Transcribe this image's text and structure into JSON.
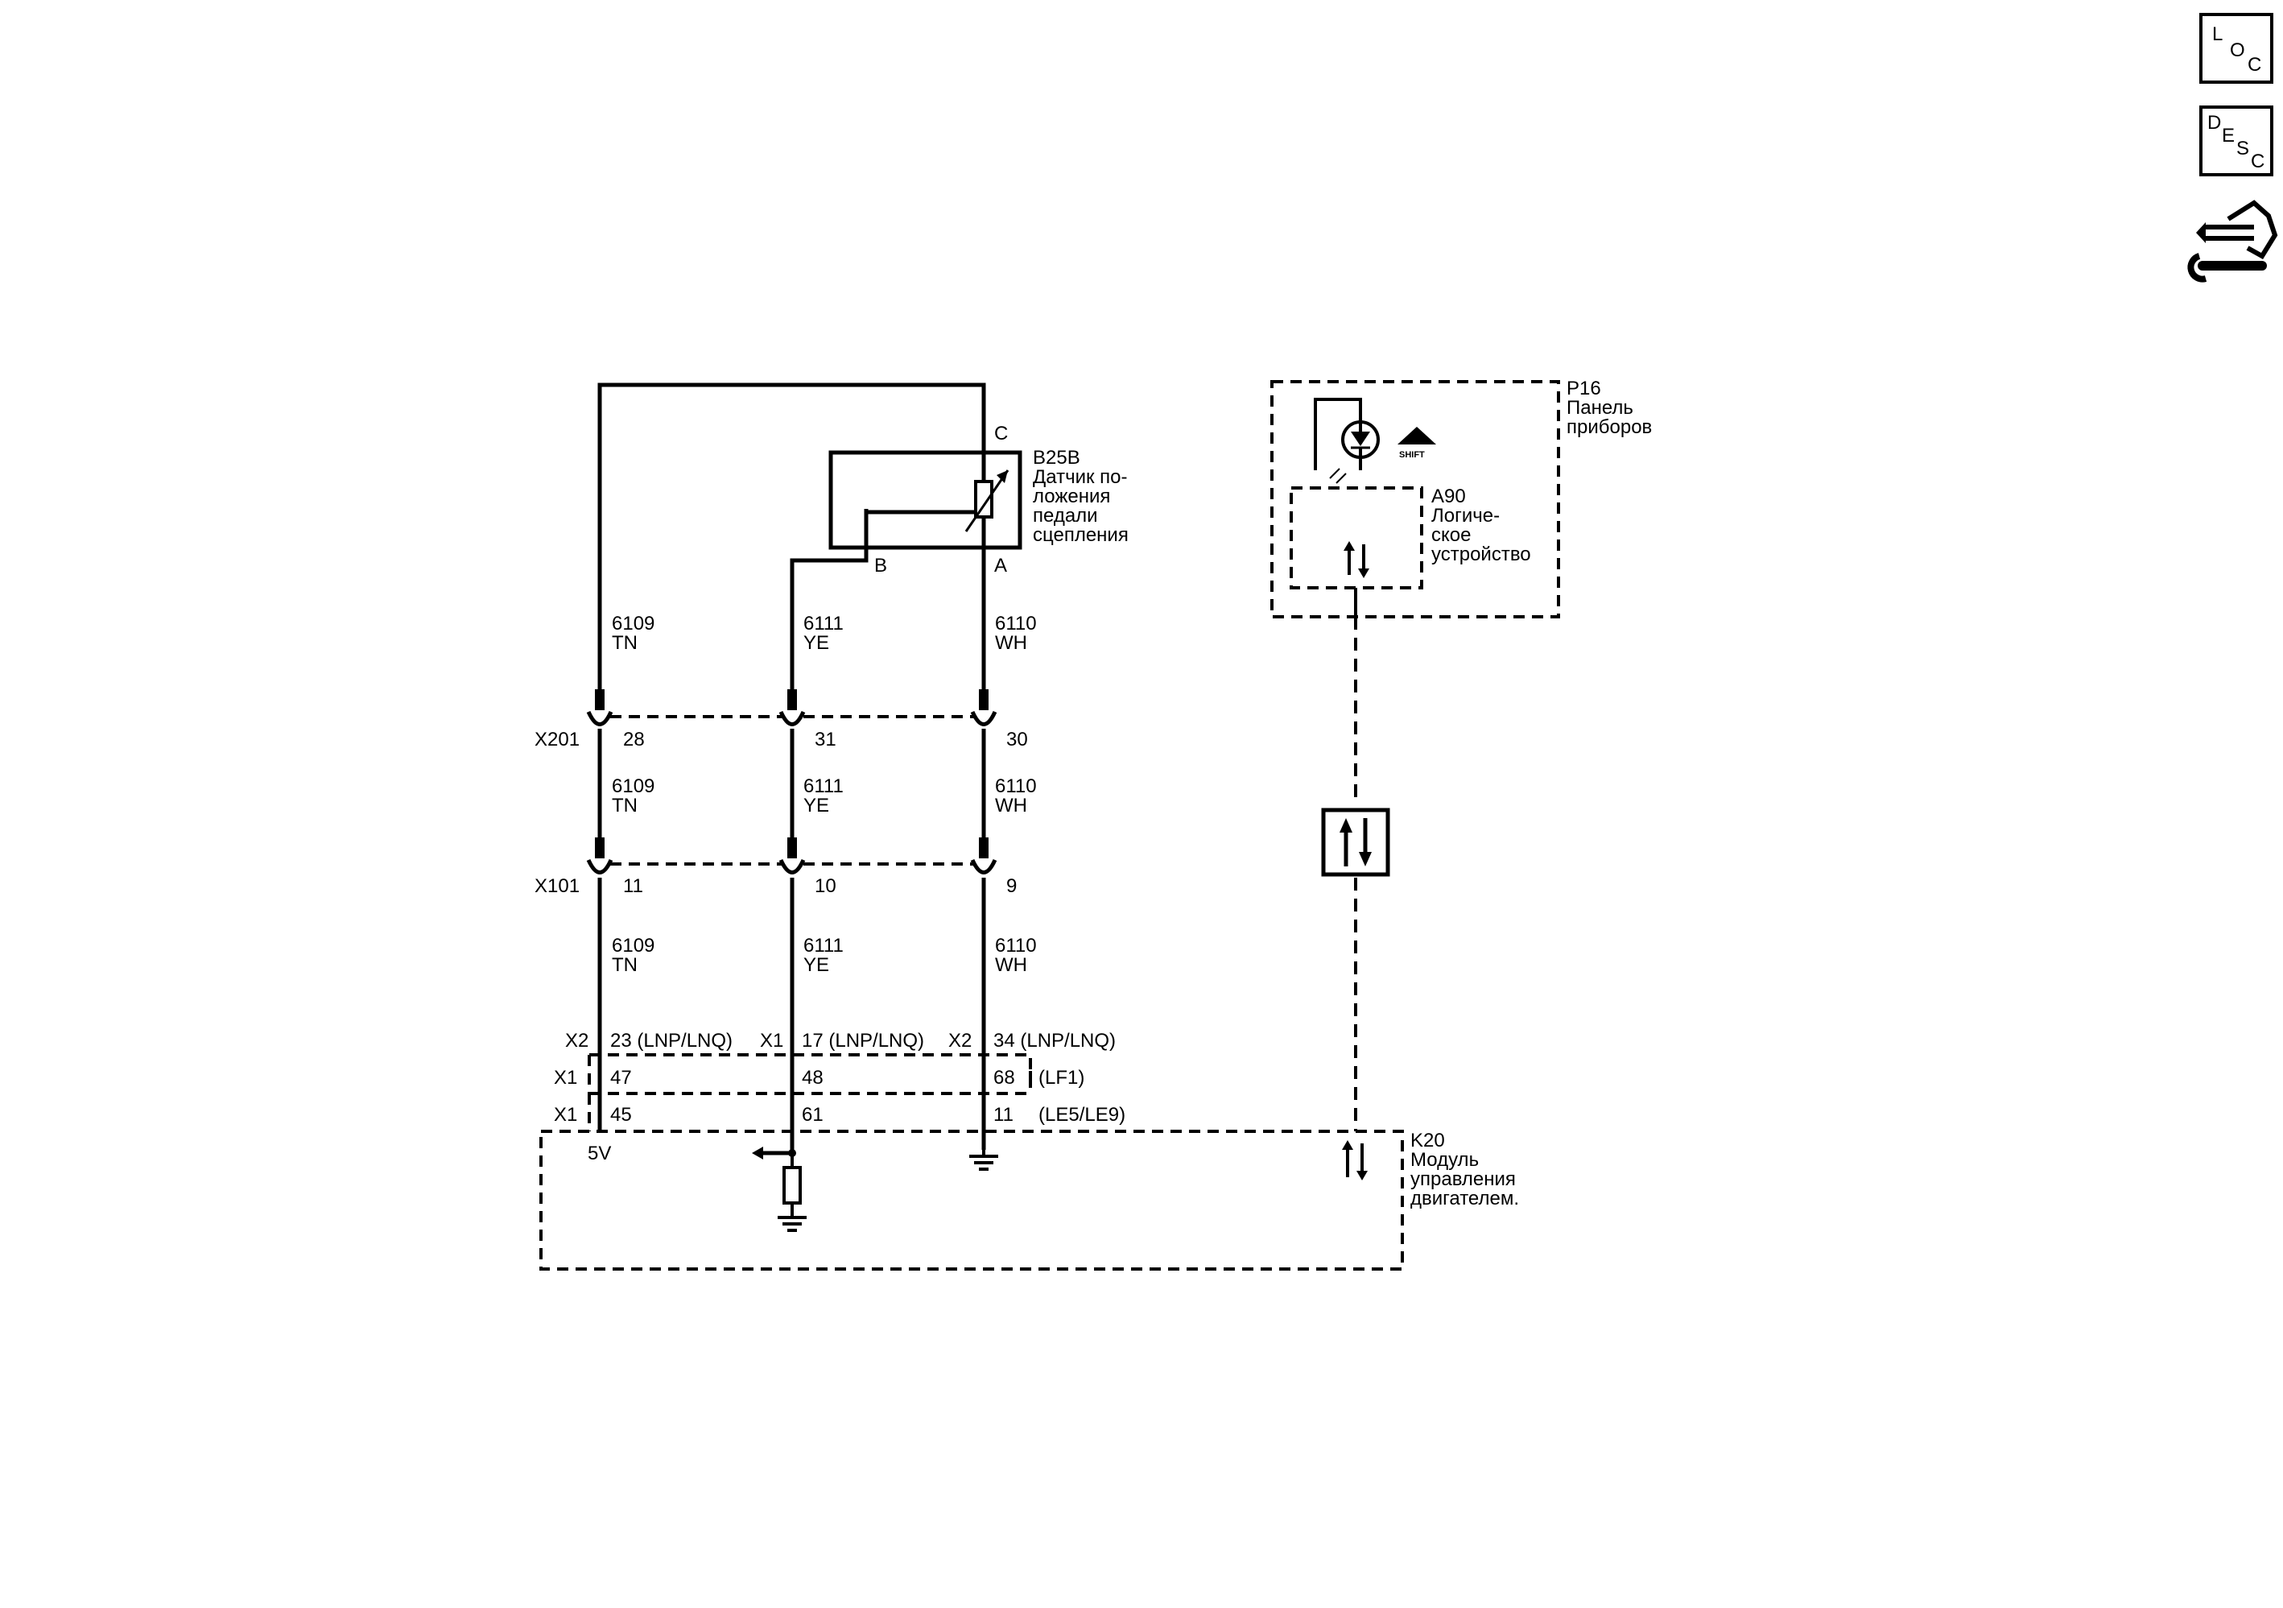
{
  "side_icons": {
    "loc": {
      "letters": [
        "L",
        "O",
        "C"
      ]
    },
    "desc": {
      "letters": [
        "D",
        "E",
        "S",
        "C"
      ]
    },
    "connector_icon": "connector-repair-icon"
  },
  "components": {
    "b25b": {
      "code": "B25B",
      "name_lines": [
        "Датчик по-",
        "ложения",
        "педали",
        "сцепления"
      ]
    },
    "p16": {
      "code": "P16",
      "name_lines": [
        "Панель",
        "приборов"
      ]
    },
    "a90": {
      "code": "A90",
      "name_lines": [
        "Логиче-",
        "ское",
        "устройство"
      ]
    },
    "k20": {
      "code": "K20",
      "name_lines": [
        "Модуль",
        "управления",
        "двигателем."
      ]
    },
    "shift_label": "SHIFT"
  },
  "pins": {
    "c": "C",
    "b": "B",
    "a": "A"
  },
  "circuits": {
    "left": {
      "num": "6109",
      "color": "TN"
    },
    "mid": {
      "num": "6111",
      "color": "YE"
    },
    "right": {
      "num": "6110",
      "color": "WH"
    }
  },
  "connectors": {
    "x201": {
      "name": "X201",
      "pins": [
        "28",
        "31",
        "30"
      ]
    },
    "x101": {
      "name": "X101",
      "pins": [
        "11",
        "10",
        "9"
      ]
    }
  },
  "ecm_rows": {
    "row1": {
      "left_conn": "X2",
      "left_pin": "23 (LNP/LNQ)",
      "mid_conn": "X1",
      "mid_pin": "17 (LNP/LNQ)",
      "right_conn": "X2",
      "right_pin": "34 (LNP/LNQ)"
    },
    "row2": {
      "conn": "X1",
      "pins": [
        "47",
        "48",
        "68"
      ],
      "variant": "(LF1)"
    },
    "row3": {
      "conn": "X1",
      "pins": [
        "45",
        "61",
        "11"
      ],
      "variant": "(LE5/LE9)"
    }
  },
  "supply_label": "5V"
}
